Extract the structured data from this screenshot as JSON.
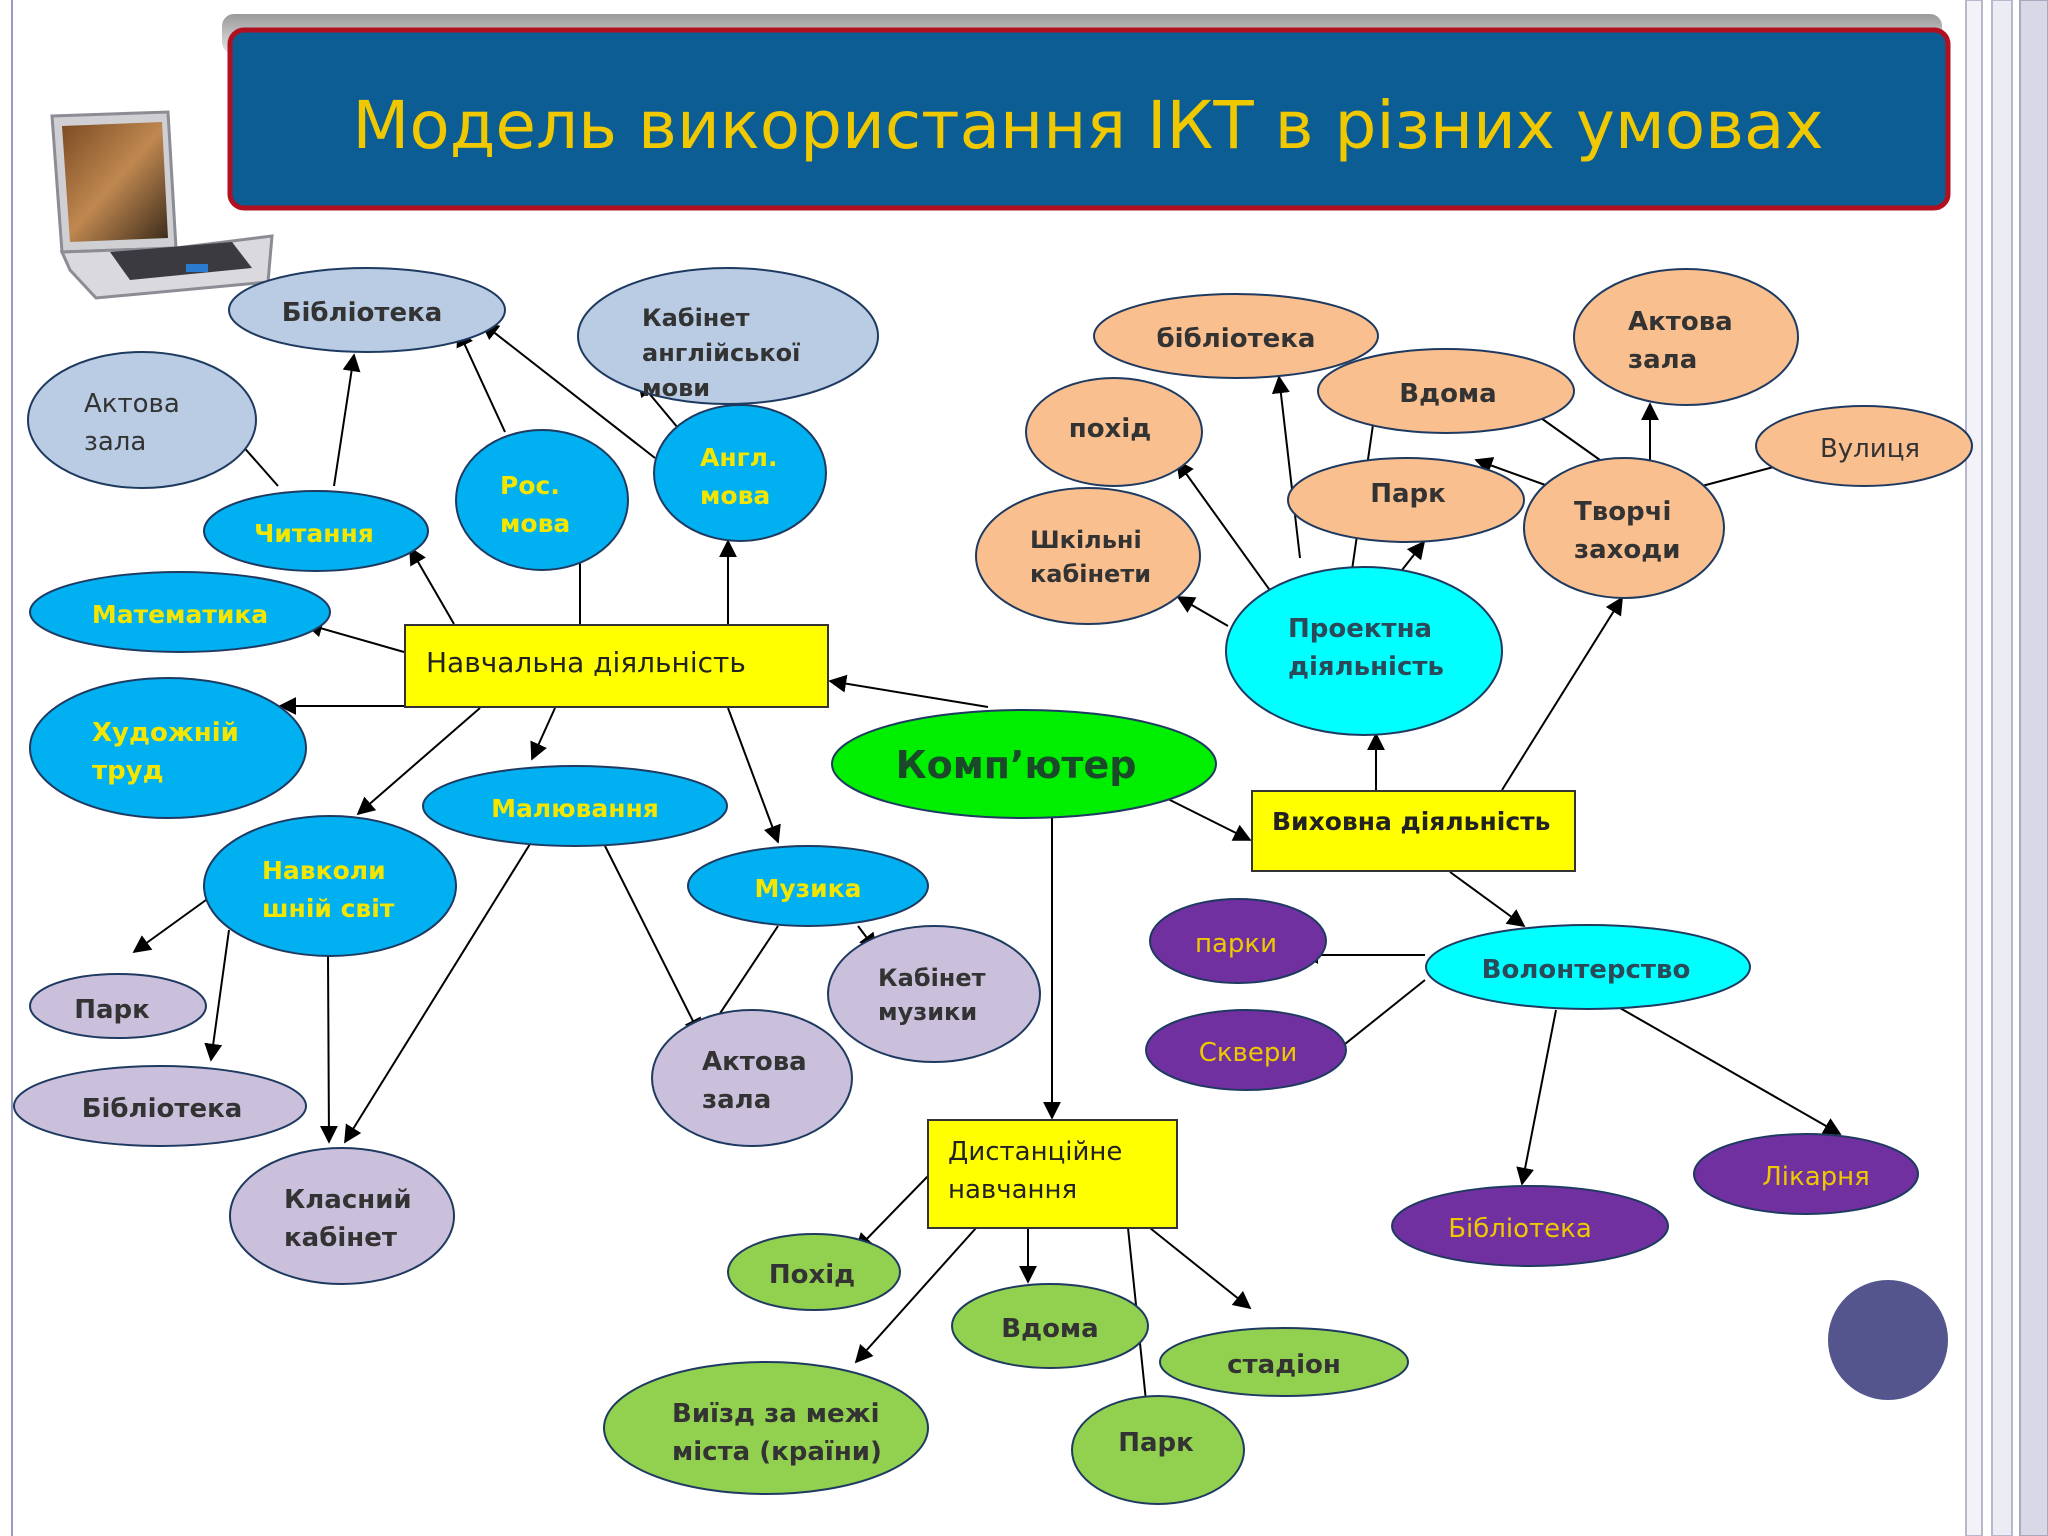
{
  "title": "Модель використання ІКТ в різних умовах",
  "colors": {
    "banner": "#0c5d94",
    "title_text": "#f0c800",
    "yellow_box": "#ffff00",
    "blue": "#00b0f0",
    "light_blue": "#b9cce4",
    "lavender": "#cbc0dc",
    "green": "#00ee00",
    "peach": "#f9bf8f",
    "cyan": "#00ffff",
    "purple": "#7030a0",
    "light_green": "#92d050",
    "accent_circle": "#55558e"
  },
  "nodes": {
    "computer": "Комп’ютер",
    "learning": "Навчальна діяльність",
    "upbringing": "Виховна діяльність",
    "distance": [
      "Дистанційне",
      "навчання"
    ],
    "project": [
      "Проектна",
      "діяльність"
    ],
    "creative": [
      "Творчі",
      "заходи"
    ],
    "volunteer": "Волонтерство",
    "reading": "Читання",
    "math": "Математика",
    "art_labor": [
      "Художній",
      "труд"
    ],
    "ukr_lang": [
      "Рос.",
      "мова"
    ],
    "eng_lang": [
      "Англ.",
      "мова"
    ],
    "drawing": "Малювання",
    "music": "Музика",
    "world": [
      "Навколи",
      "шній світ"
    ],
    "library_1": "Бібліотека",
    "assembly_hall_1": [
      "Актова",
      "зала"
    ],
    "english_room": [
      "Кабінет",
      "англійської",
      "мови"
    ],
    "park_1": "Парк",
    "library_2": "Бібліотека",
    "classroom": [
      "Класний",
      "кабінет"
    ],
    "assembly_hall_2": [
      "Актова",
      "зала"
    ],
    "music_room": [
      "Кабінет",
      "музики"
    ],
    "library_3": "бібліотека",
    "hike_1": "похід",
    "home_1": "Вдома",
    "assembly_hall_3": [
      "Актова",
      "зала"
    ],
    "street": "Вулиця",
    "park_2": "Парк",
    "school_rooms": [
      "Шкільні",
      "кабінети"
    ],
    "parks": "парки",
    "squares": "Сквери",
    "hospital": "Лікарня",
    "library_4": "Бібліотека",
    "hike_2": "Похід",
    "home_2": "Вдома",
    "stadium": "стадіон",
    "trip": [
      "Виїзд за межі",
      "міста (країни)"
    ],
    "park_3": "Парк"
  }
}
